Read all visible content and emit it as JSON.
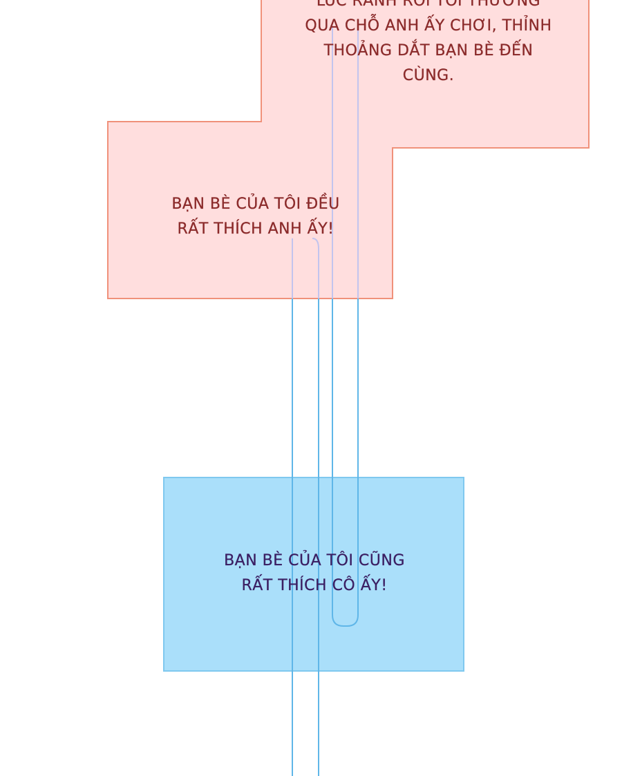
{
  "colors": {
    "background": "#ffffff",
    "pink_fill": "#ffdede",
    "pink_border": "#f0917a",
    "pink_text": "#8b2b2b",
    "blue_fill": "#aadffa",
    "blue_border": "#7fc8ef",
    "blue_text": "#3b1f63",
    "line_lavender": "#c2c4ee",
    "line_blue": "#5fb6e8"
  },
  "bubbles": {
    "pink_top": {
      "lines": [
        "LÚC RẢNH RỖI TÔI THƯỜNG",
        "QUA CHỖ ANH ẤY CHƠI, THỈNH",
        "THOẢNG DẮT BẠN BÈ ĐẾN",
        "CÙNG."
      ]
    },
    "pink_bottom": {
      "lines": [
        "BẠN BÈ CỦA TÔI ĐỀU",
        "RẤT THÍCH ANH ẤY!"
      ]
    },
    "blue": {
      "lines": [
        "BẠN BÈ CỦA TÔI CŨNG",
        "RẤT THÍCH CÔ ẤY!"
      ]
    }
  }
}
